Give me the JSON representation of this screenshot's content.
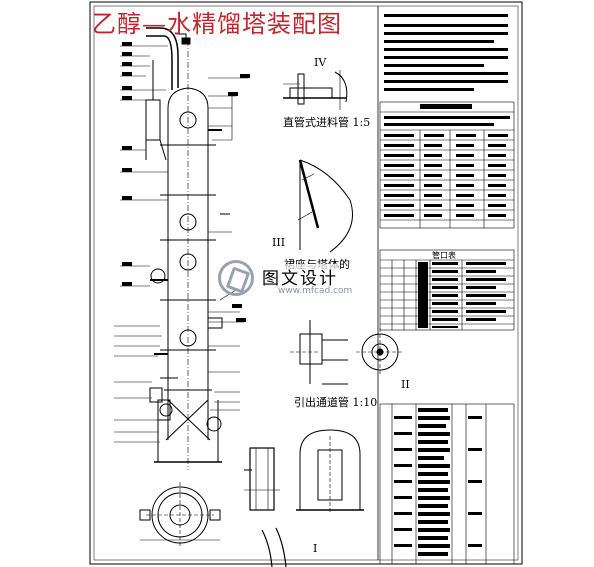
{
  "title": "乙醇—水精馏塔装配图",
  "views": {
    "iv_label": "IV",
    "iv_caption": "直管式进料管 1:5",
    "iii_label": "III",
    "detail_caption": "裙座与塔体的",
    "ii_label": "II",
    "ii_caption": "引出通道管 1:10",
    "i_label": "I"
  },
  "tables": {
    "nozzle_title": "管口表"
  },
  "watermark": {
    "text": "图文设计",
    "url": "www.mfcad.com"
  },
  "colors": {
    "title": "#c0262d",
    "line": "#000000",
    "watermark_logo": "#9aa3ad"
  }
}
